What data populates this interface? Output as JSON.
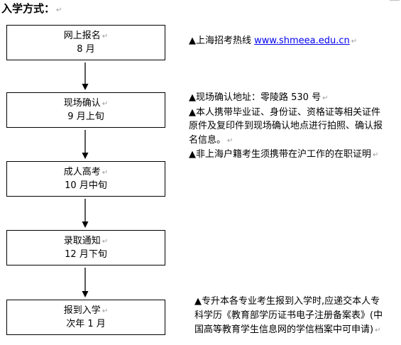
{
  "title": "入学方式：",
  "paragraph_mark": "↵",
  "steps": [
    {
      "line1": "网上报名",
      "line2": "8 月"
    },
    {
      "line1": "现场确认",
      "line2": "9 月上旬"
    },
    {
      "line1": "成人高考",
      "line2": "10 月中旬"
    },
    {
      "line1": "录取通知",
      "line2": "12 月下旬"
    },
    {
      "line1": "报到入学",
      "line2": "次年 1 月"
    }
  ],
  "notes": {
    "hotline": {
      "prefix": "▲上海招考热线 ",
      "link": "www.shmeea.edu.cn"
    },
    "confirm": [
      "▲现场确认地址：零陵路 530 号",
      "▲本人携带毕业证、身份证、资格证等相关证件",
      "原件及复印件到现场确认地点进行拍照、确认报",
      "名信息。",
      "▲非上海户籍考生须携带在沪工作的在职证明"
    ],
    "enroll": [
      "▲专升本各专业考生报到入学时,应递交本人专",
      "科学历《教育部学历证书电子注册备案表》(中",
      "国高等教育学生信息网的学信档案中可申请)"
    ]
  }
}
